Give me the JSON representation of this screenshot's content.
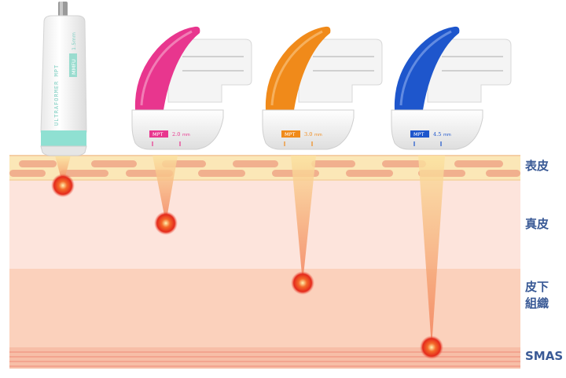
{
  "labels": {
    "epidermis": "表皮",
    "dermis": "真皮",
    "subcutaneous": "皮下\n組織",
    "smas": "SMAS"
  },
  "devices": [
    {
      "id": "handpiece",
      "body_text": "ULTRAFORMER MPT",
      "badge": "MMFU",
      "depth": "1.5mm",
      "accent": "#6ed8c8"
    },
    {
      "id": "cartridge-pink",
      "badge": "MPT",
      "depth": "2.0",
      "unit": "mm",
      "accent": "#e8368e"
    },
    {
      "id": "cartridge-orange",
      "badge": "MPT",
      "depth": "3.0",
      "unit": "mm",
      "accent": "#f08a1a"
    },
    {
      "id": "cartridge-blue",
      "badge": "MPT",
      "depth": "4.5",
      "unit": "mm",
      "accent": "#1e56cc"
    }
  ],
  "colors": {
    "epidermis": "#fbe7b7",
    "epidermis_cells": "#f1b08e",
    "dermis": "#fde4dc",
    "subcutaneous": "#fbd1bc",
    "smas": "#f6b199",
    "focus_point": "#e8381d",
    "label": "#3a5a96"
  }
}
